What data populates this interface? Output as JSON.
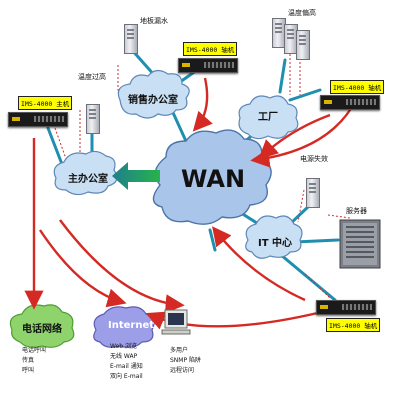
{
  "wan": {
    "label": "WAN"
  },
  "clouds": {
    "sales": "销售办公室",
    "main": "主办公室",
    "factory": "工厂",
    "it": "IT 中心",
    "phone": "电话网络",
    "internet": "Internet"
  },
  "devices": {
    "d1": "IMS-4000 轴机",
    "d2": "IMS-4000 主机",
    "d3": "IMS-4000 轴机",
    "d4": "IMS-4000 轴机"
  },
  "labels": {
    "server_top": "地板漏水",
    "server_right_top": "温度偏高",
    "server_left": "温度过高",
    "power": "电源失效",
    "rack": "服务器"
  },
  "phone_items": [
    "电话呼叫",
    "传真",
    "呼叫"
  ],
  "internet_items": [
    "Web 浏览",
    "无线 WAP",
    "E-mail 通知",
    "双向 E-mail"
  ],
  "pc_items": [
    "多用户",
    "SNMP 陷阱",
    "远程访问"
  ],
  "colors": {
    "cloud_fill": "#c9dff4",
    "cloud_stroke": "#5d87b7",
    "link_blue": "#1f8fb0",
    "alarm_red": "#d42a23",
    "wan_fill": "#a9c5ea"
  }
}
